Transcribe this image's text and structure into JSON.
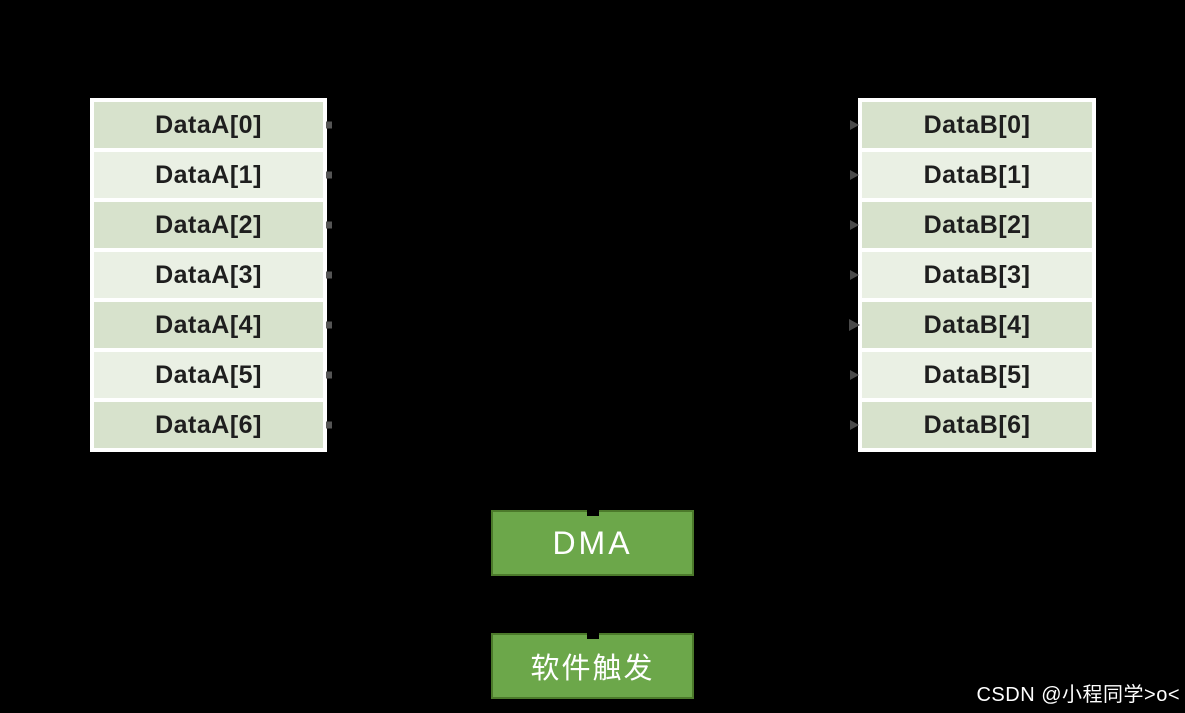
{
  "diagram": {
    "background_color": "#000000",
    "left_table": {
      "name": "DataA",
      "rows": [
        "DataA[0]",
        "DataA[1]",
        "DataA[2]",
        "DataA[3]",
        "DataA[4]",
        "DataA[5]",
        "DataA[6]"
      ]
    },
    "right_table": {
      "name": "DataB",
      "rows": [
        "DataB[0]",
        "DataB[1]",
        "DataB[2]",
        "DataB[3]",
        "DataB[4]",
        "DataB[5]",
        "DataB[6]"
      ]
    },
    "dma_box": {
      "label": "DMA"
    },
    "trigger_box": {
      "label": "软件触发"
    },
    "watermark": "CSDN @小程同学>o<",
    "colors": {
      "row_dark": "#d7e2cc",
      "row_light": "#eaf0e4",
      "row_text": "#1e1e1e",
      "table_border": "#ffffff",
      "box_fill": "#6ca74a",
      "box_border": "#4c7a2b",
      "box_text": "#ffffff",
      "arrow_remnant": "#4a4a4a"
    },
    "icon_names": {
      "arrow_stub": "arrow-tail-stub-icon",
      "arrowhead": "arrow-head-icon",
      "notch": "arrow-notch-icon"
    }
  }
}
